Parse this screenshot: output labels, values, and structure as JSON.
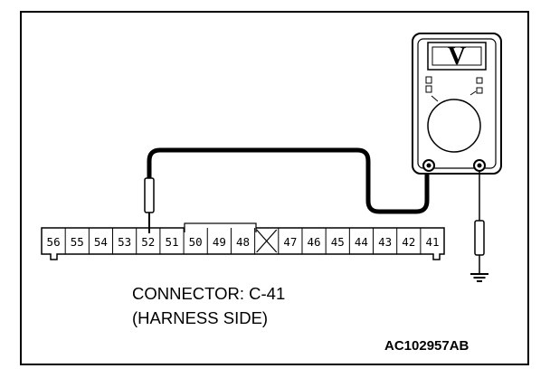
{
  "connector": {
    "pins": [
      "56",
      "55",
      "54",
      "53",
      "52",
      "51",
      "50",
      "49",
      "48",
      "",
      "47",
      "46",
      "45",
      "44",
      "43",
      "42",
      "41"
    ],
    "name_label": "CONNECTOR: C-41",
    "side_label": "(HARNESS SIDE)"
  },
  "meter": {
    "display_symbol": "V"
  },
  "ground_icon": "ground-symbol",
  "figure_code": "AC102957AB"
}
